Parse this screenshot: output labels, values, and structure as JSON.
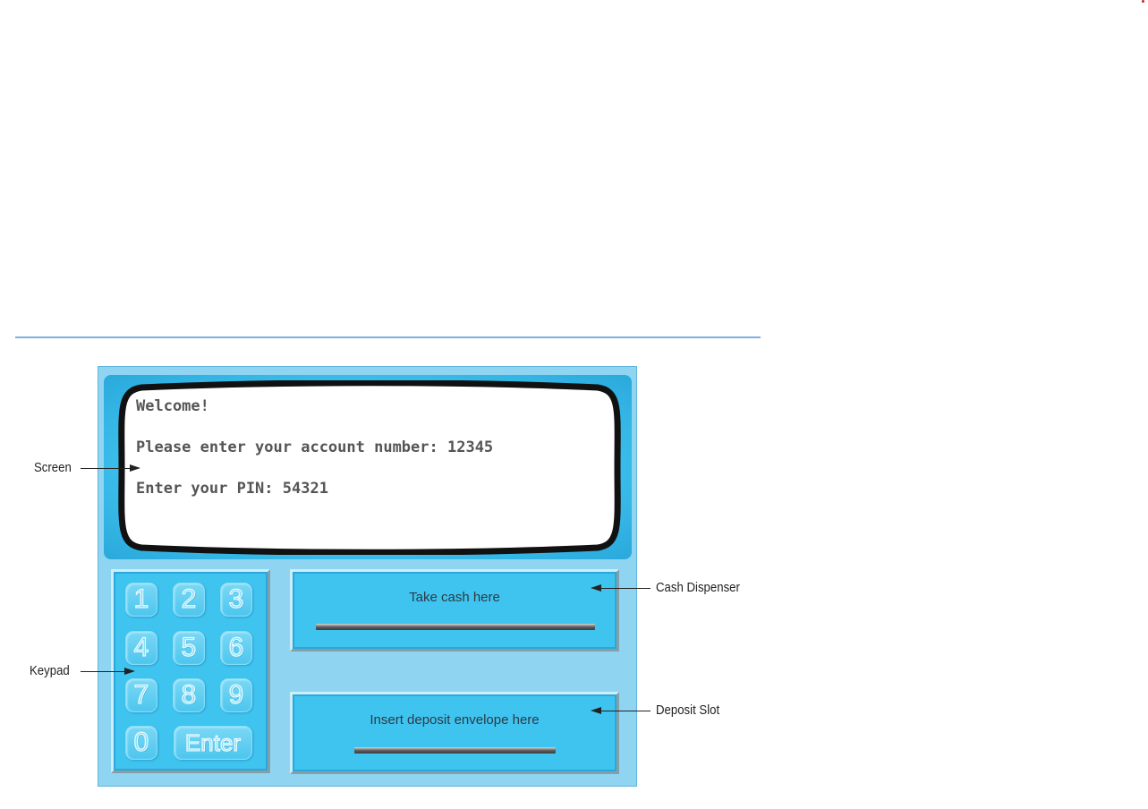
{
  "screen": {
    "lines": [
      "Welcome!",
      "Please enter your account number: 12345",
      "Enter your PIN: 54321"
    ]
  },
  "keypad": {
    "keys": [
      "1",
      "2",
      "3",
      "4",
      "5",
      "6",
      "7",
      "8",
      "9",
      "0",
      "Enter"
    ]
  },
  "cash_dispenser": {
    "label": "Take cash here"
  },
  "deposit_slot": {
    "label": "Insert deposit envelope here"
  },
  "callouts": {
    "screen": "Screen",
    "keypad": "Keypad",
    "cash_dispenser": "Cash Dispenser",
    "deposit_slot": "Deposit Slot"
  },
  "colors": {
    "panel": "#8fd5f2",
    "accent": "#3fc4f0",
    "screen_border": "#111111",
    "rule": "#7fb0e0"
  }
}
